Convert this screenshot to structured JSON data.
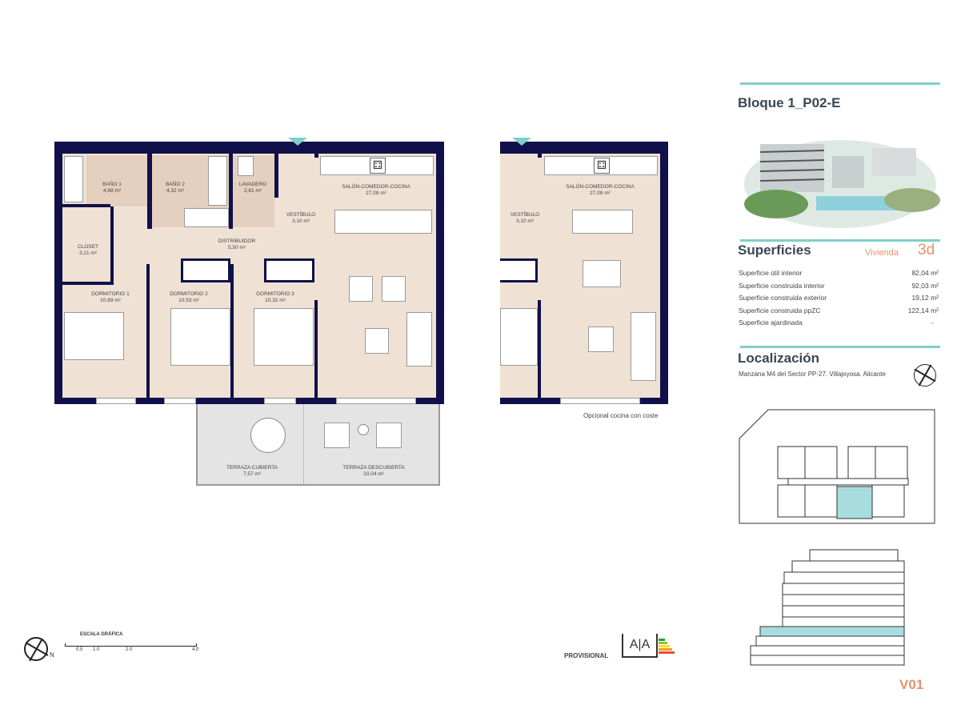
{
  "plan_left": {
    "rooms": [
      {
        "name": "BAÑO 1",
        "area": "4,68 m²"
      },
      {
        "name": "BAÑO 2",
        "area": "4,32 m²"
      },
      {
        "name": "LAVADERO",
        "area": "2,61 m²"
      },
      {
        "name": "VESTÍBULO",
        "area": "3,10 m²"
      },
      {
        "name": "SALÓN-COMEDOR-COCINA",
        "area": "27,08 m²"
      },
      {
        "name": "CLOSET",
        "area": "3,21 m²"
      },
      {
        "name": "DISTRIBUIDOR",
        "area": "5,50 m²"
      },
      {
        "name": "DORMITORIO 1",
        "area": "10,69 m²"
      },
      {
        "name": "DORMITORIO 2",
        "area": "10,53 m²"
      },
      {
        "name": "DORMITORIO 3",
        "area": "10,32 m²"
      },
      {
        "name": "TERRAZA CUBIERTA",
        "area": "7,57 m²"
      },
      {
        "name": "TERRAZA DESCUBIERTA",
        "area": "10,04 m²"
      }
    ]
  },
  "plan_right": {
    "rooms": [
      {
        "name": "SALÓN-COMEDOR-COCINA",
        "area": "27,08 m²"
      },
      {
        "name": "VESTÍBULO",
        "area": "3,10 m²"
      }
    ],
    "note": "Opcional cocina con coste"
  },
  "scale": {
    "title": "ESCALA GRÁFICA",
    "ticks": [
      "0.5",
      "1.0",
      "2.0",
      "4.0"
    ],
    "north": "N"
  },
  "energy": {
    "label": "PROVISIONAL",
    "logo_text": "A A"
  },
  "panel": {
    "title": "Bloque 1_P02-E",
    "superficies_title": "Superficies",
    "vivienda_label": "Vivienda",
    "vivienda_type": "3d",
    "rows": [
      {
        "label": "Superficie útil interior",
        "value": "82,04 m²"
      },
      {
        "label": "Superficie construida interior",
        "value": "92,03 m²"
      },
      {
        "label": "Superficie construida exterior",
        "value": "19,12 m²"
      },
      {
        "label": "Superficie construida ppZC",
        "value": "122,14 m²"
      },
      {
        "label": "Superficie ajardinada",
        "value": "-"
      }
    ],
    "localizacion_title": "Localización",
    "address": "Manzana M4 del Sector PP-27. Villajoyosa. Alicante",
    "version": "V01"
  },
  "colors": {
    "wall": "#10104a",
    "floor": "#efe2d4",
    "accent": "#7fcfca",
    "orange": "#e5936f"
  }
}
